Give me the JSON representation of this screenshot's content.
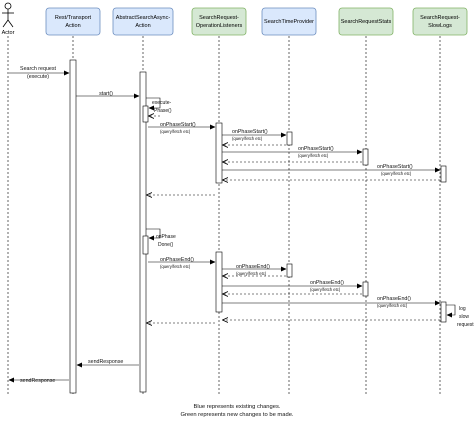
{
  "colors": {
    "blue_fill": "#dae8fc",
    "blue_stroke": "#6c8ebf",
    "green_fill": "#d5e8d4",
    "green_stroke": "#82b366",
    "line": "#000000"
  },
  "actor": {
    "label": "Actor",
    "icon": "stick-figure-icon"
  },
  "participants": [
    {
      "id": "rest",
      "line1": "Rest/Transport",
      "line2": "Action",
      "color": "blue"
    },
    {
      "id": "abstract",
      "line1": "AbstractSearchAsync-",
      "line2": "Action",
      "color": "blue"
    },
    {
      "id": "listeners",
      "line1": "SearchRequest-",
      "line2": "OperationListeners",
      "color": "green"
    },
    {
      "id": "timeprovider",
      "line1": "SearchTimeProvider",
      "line2": "",
      "color": "blue"
    },
    {
      "id": "stats",
      "line1": "SearchRequestStats",
      "line2": "",
      "color": "green"
    },
    {
      "id": "slowlogs",
      "line1": "SearchRequest-",
      "line2": "SlowLogs",
      "color": "green"
    }
  ],
  "messages": {
    "search_request_1": "Search request",
    "search_request_2": "(execute)",
    "start": "start()",
    "execute_phase_1": "execute-",
    "execute_phase_2": "Phase()",
    "on_phase_start": "onPhaseStart()",
    "on_phase_end": "onPhaseEnd()",
    "query_fetch": "(query/fetch etc)",
    "on_phase_done_1": "onPhase",
    "on_phase_done_2": "Done()",
    "log_slow_1": "log",
    "log_slow_2": "slow",
    "log_slow_3": "request",
    "send_response": "sendResponse"
  },
  "footer": {
    "line1": "Blue represents existing changes.",
    "line2": "Green represents new changes to be made."
  }
}
